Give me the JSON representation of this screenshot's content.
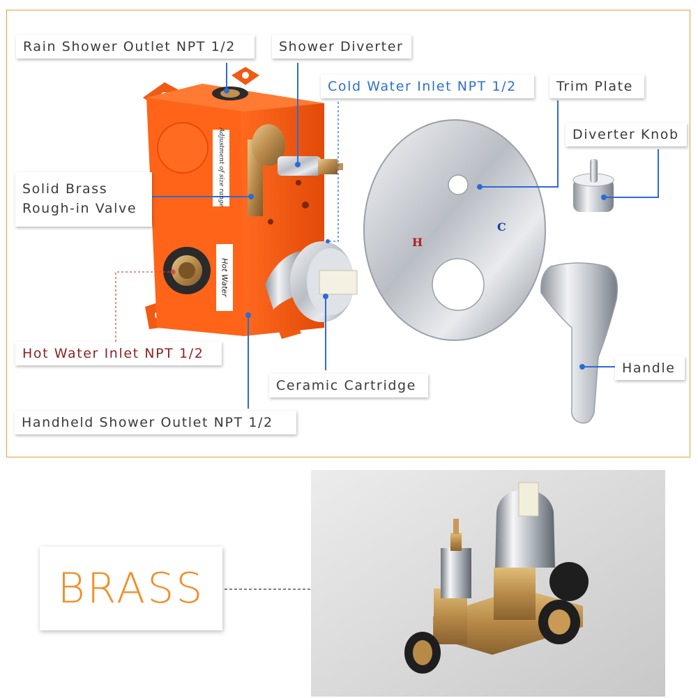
{
  "labels": {
    "rain_outlet": "Rain Shower Outlet NPT 1/2",
    "shower_diverter": "Shower Diverter",
    "cold_inlet": "Cold Water Inlet NPT 1/2",
    "trim_plate": "Trim Plate",
    "diverter_knob": "Diverter Knob",
    "solid_brass_line1": "Solid Brass",
    "solid_brass_line2": "Rough-in Valve",
    "hot_inlet": "Hot Water Inlet NPT 1/2",
    "ceramic_cartridge": "Ceramic Cartridge",
    "handle": "Handle",
    "handheld_outlet": "Handheld Shower Outlet NPT 1/2"
  },
  "box_text": {
    "adjustment": "Adjustment of size range",
    "hot_water": "Hot Water"
  },
  "plate_marks": {
    "hot": "H",
    "cold": "C"
  },
  "brass_label": "BRASS",
  "colors": {
    "frame": "#e3a03a",
    "box_orange": "#ff5a14",
    "leader_blue": "#2a6bd6",
    "hot_red": "#8a2222",
    "brass_orange": "#f0902a"
  }
}
